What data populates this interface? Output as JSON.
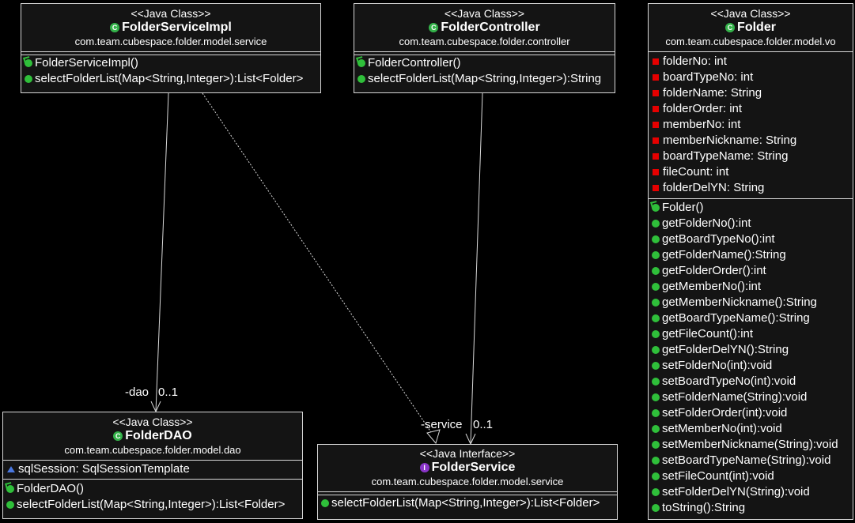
{
  "folder_service_impl": {
    "stereotype": "<<Java Class>>",
    "name": "FolderServiceImpl",
    "package": "com.team.cubespace.folder.model.service",
    "methods": [
      "FolderServiceImpl()",
      "selectFolderList(Map<String,Integer>):List<Folder>"
    ]
  },
  "folder_controller": {
    "stereotype": "<<Java Class>>",
    "name": "FolderController",
    "package": "com.team.cubespace.folder.controller",
    "methods": [
      "FolderController()",
      "selectFolderList(Map<String,Integer>):String"
    ]
  },
  "folder": {
    "stereotype": "<<Java Class>>",
    "name": "Folder",
    "package": "com.team.cubespace.folder.model.vo",
    "fields": [
      "folderNo: int",
      "boardTypeNo: int",
      "folderName: String",
      "folderOrder: int",
      "memberNo: int",
      "memberNickname: String",
      "boardTypeName: String",
      "fileCount: int",
      "folderDelYN: String"
    ],
    "methods": [
      "Folder()",
      "getFolderNo():int",
      "getBoardTypeNo():int",
      "getFolderName():String",
      "getFolderOrder():int",
      "getMemberNo():int",
      "getMemberNickname():String",
      "getBoardTypeName():String",
      "getFileCount():int",
      "getFolderDelYN():String",
      "setFolderNo(int):void",
      "setBoardTypeNo(int):void",
      "setFolderName(String):void",
      "setFolderOrder(int):void",
      "setMemberNo(int):void",
      "setMemberNickname(String):void",
      "setBoardTypeName(String):void",
      "setFileCount(int):void",
      "setFolderDelYN(String):void",
      "toString():String"
    ]
  },
  "folder_dao": {
    "stereotype": "<<Java Class>>",
    "name": "FolderDAO",
    "package": "com.team.cubespace.folder.model.dao",
    "fields": [
      "sqlSession: SqlSessionTemplate"
    ],
    "methods": [
      "FolderDAO()",
      "selectFolderList(Map<String,Integer>):List<Folder>"
    ]
  },
  "folder_service": {
    "stereotype": "<<Java Interface>>",
    "name": "FolderService",
    "package": "com.team.cubespace.folder.model.service",
    "methods": [
      "selectFolderList(Map<String,Integer>):List<Folder>"
    ]
  },
  "edges": {
    "dao_role": "-dao",
    "dao_mult": "0..1",
    "service_role": "-service",
    "service_mult": "0..1"
  },
  "colors": {
    "background": "#000000",
    "box": "#141414",
    "method": "#2fbf3a",
    "private_field": "#e60000",
    "package_field": "#4a78e0",
    "interface_badge": "#8a35c9"
  }
}
